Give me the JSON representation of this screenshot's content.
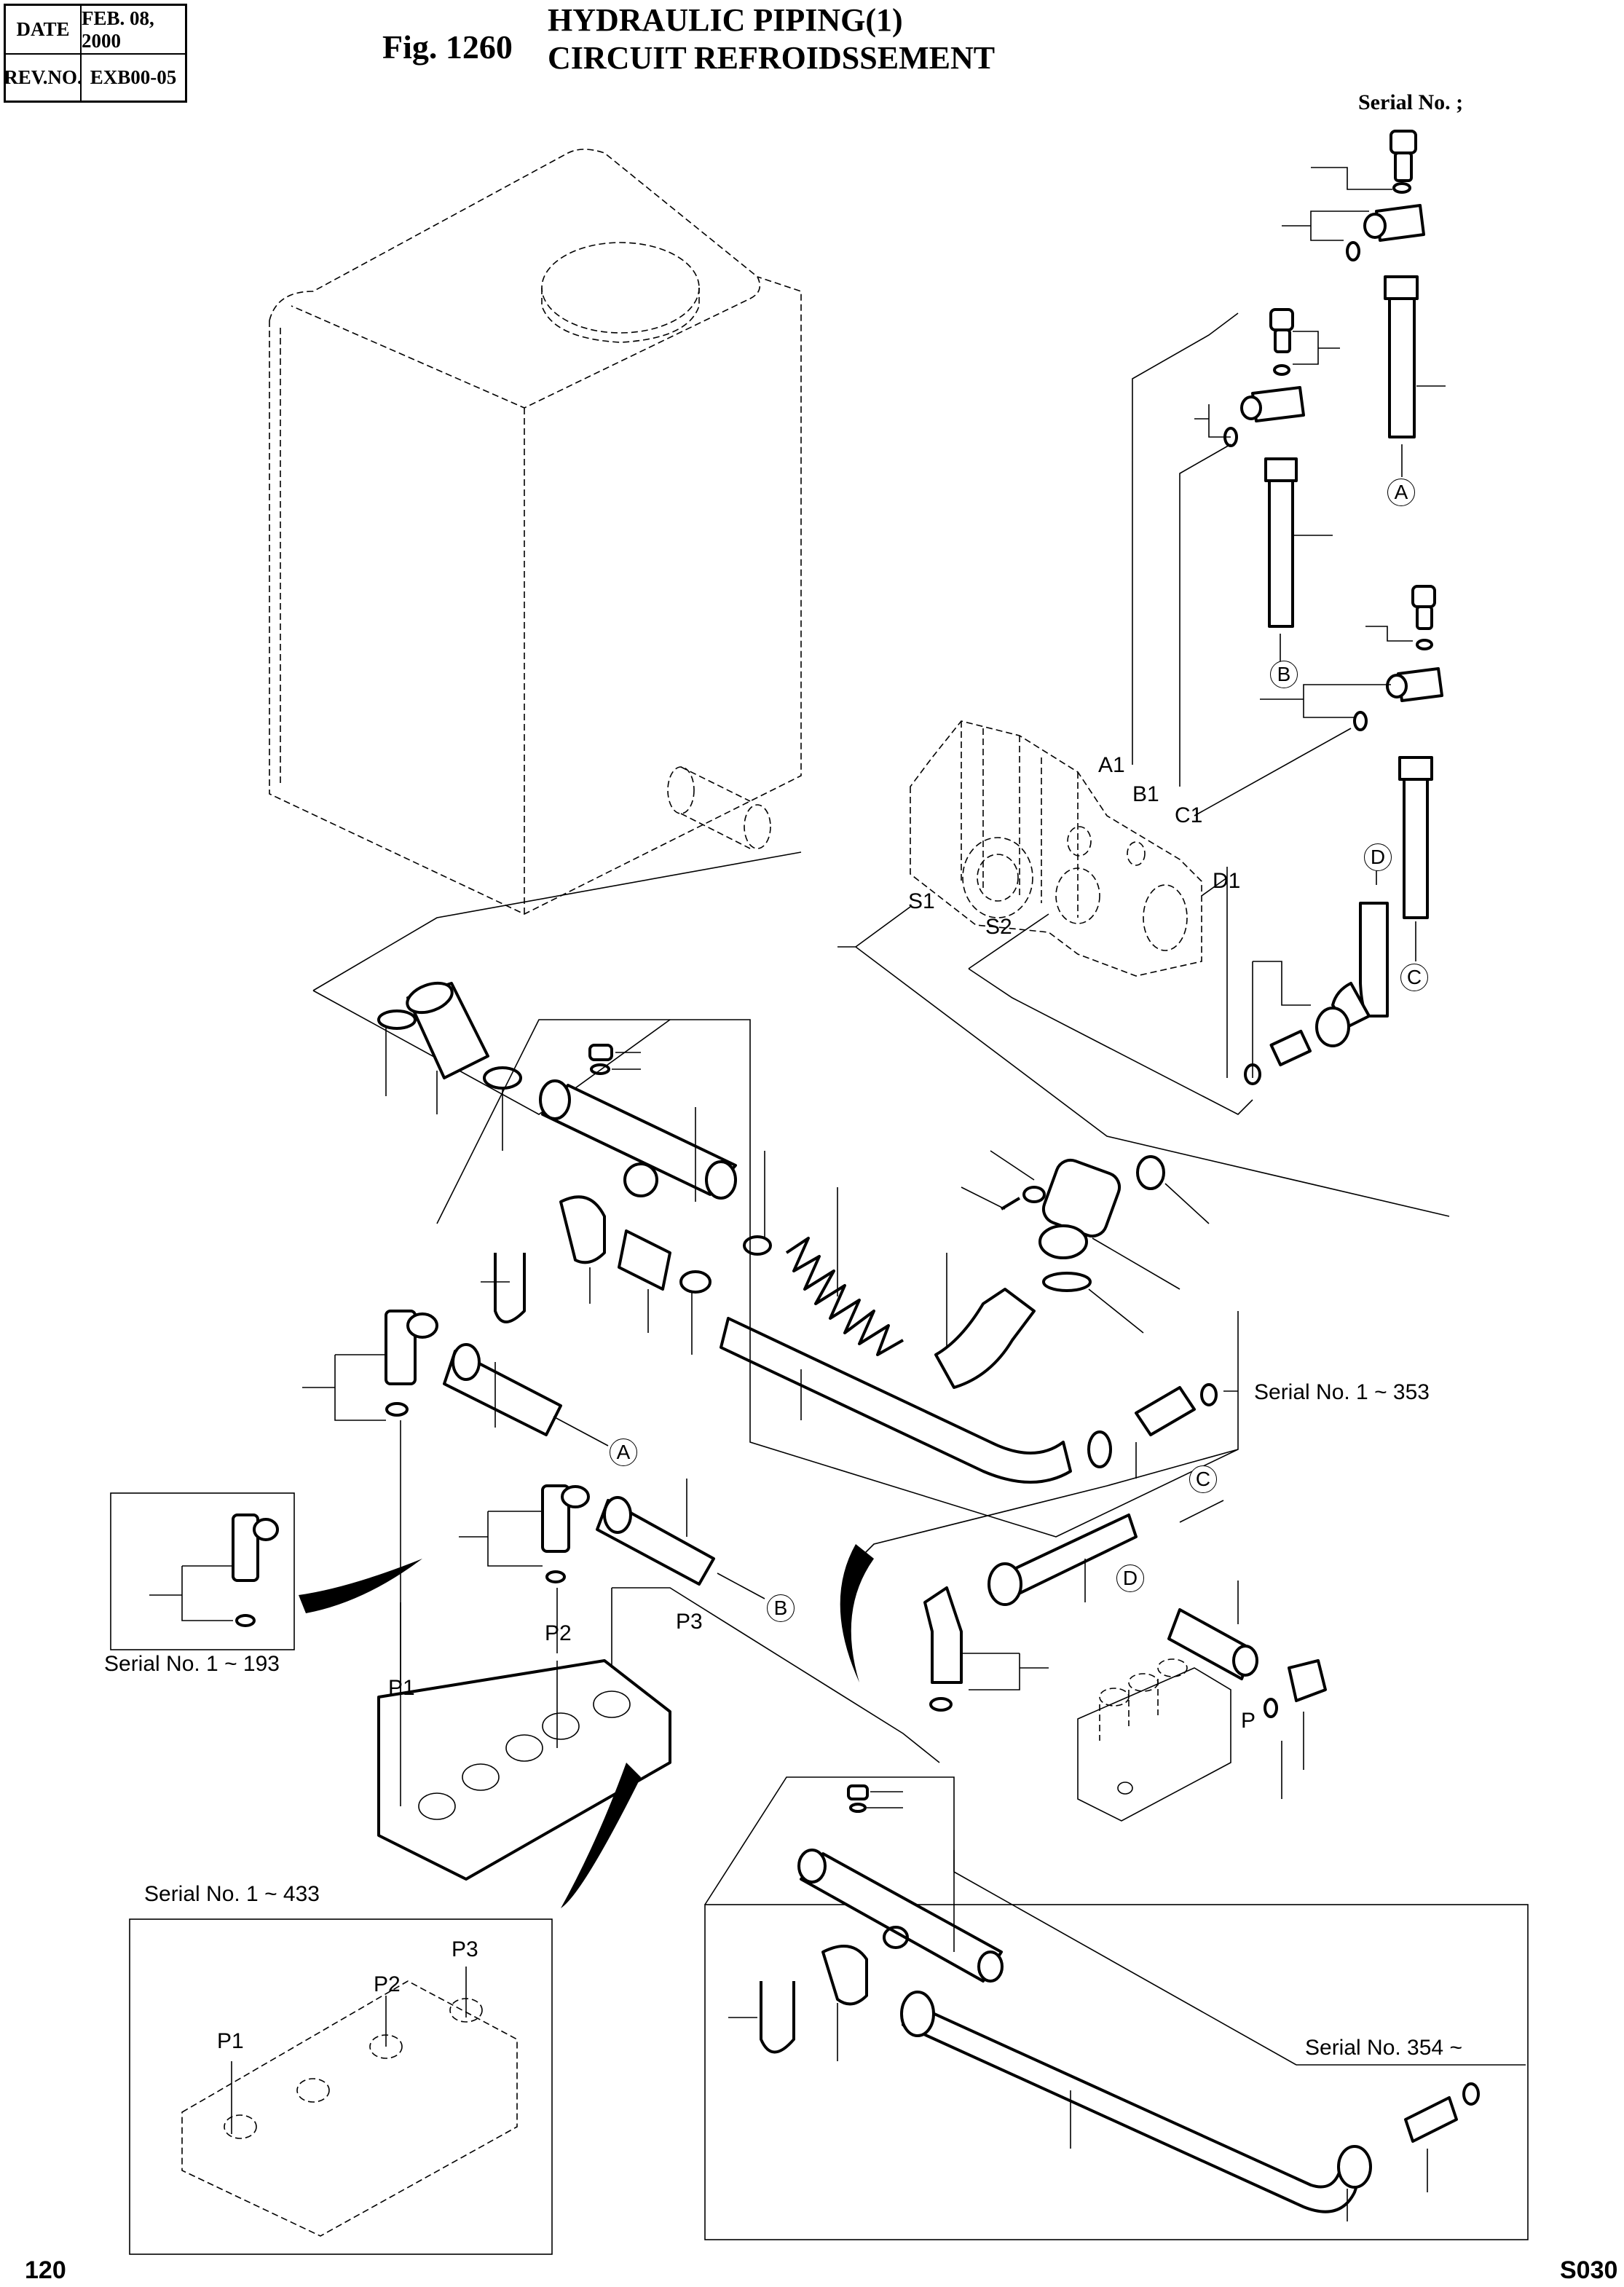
{
  "header": {
    "date_label": "DATE",
    "date_value": "FEB. 08, 2000",
    "rev_label": "REV.NO.",
    "rev_value": "EXB00-05",
    "figure_number": "Fig. 1260",
    "title_line1": "HYDRAULIC PIPING(1)",
    "title_line2": "CIRCUIT REFROIDSSEMENT",
    "serial_main": "Serial No. ;"
  },
  "pump_ports": {
    "a1": "A1",
    "b1": "B1",
    "c1": "C1",
    "d1": "D1",
    "s1": "S1",
    "s2": "S2"
  },
  "valve_ports": {
    "p1": "P1",
    "p2": "P2",
    "p3": "P3",
    "p": "P"
  },
  "inset_ports": {
    "p1": "P1",
    "p2": "P2",
    "p3": "P3"
  },
  "connection_refs": {
    "a_top": "A",
    "b_top": "B",
    "c_top": "C",
    "d_top": "D",
    "a_low": "A",
    "b_low": "B",
    "c_low": "C",
    "d_low": "D"
  },
  "serial_ranges": {
    "s1_353": "Serial No. 1 ~ 353",
    "s1_193": "Serial No. 1 ~ 193",
    "s1_433": "Serial No. 1 ~ 433",
    "s354": "Serial No. 354 ~"
  },
  "footer": {
    "page_number": "120",
    "section_code": "S030"
  }
}
